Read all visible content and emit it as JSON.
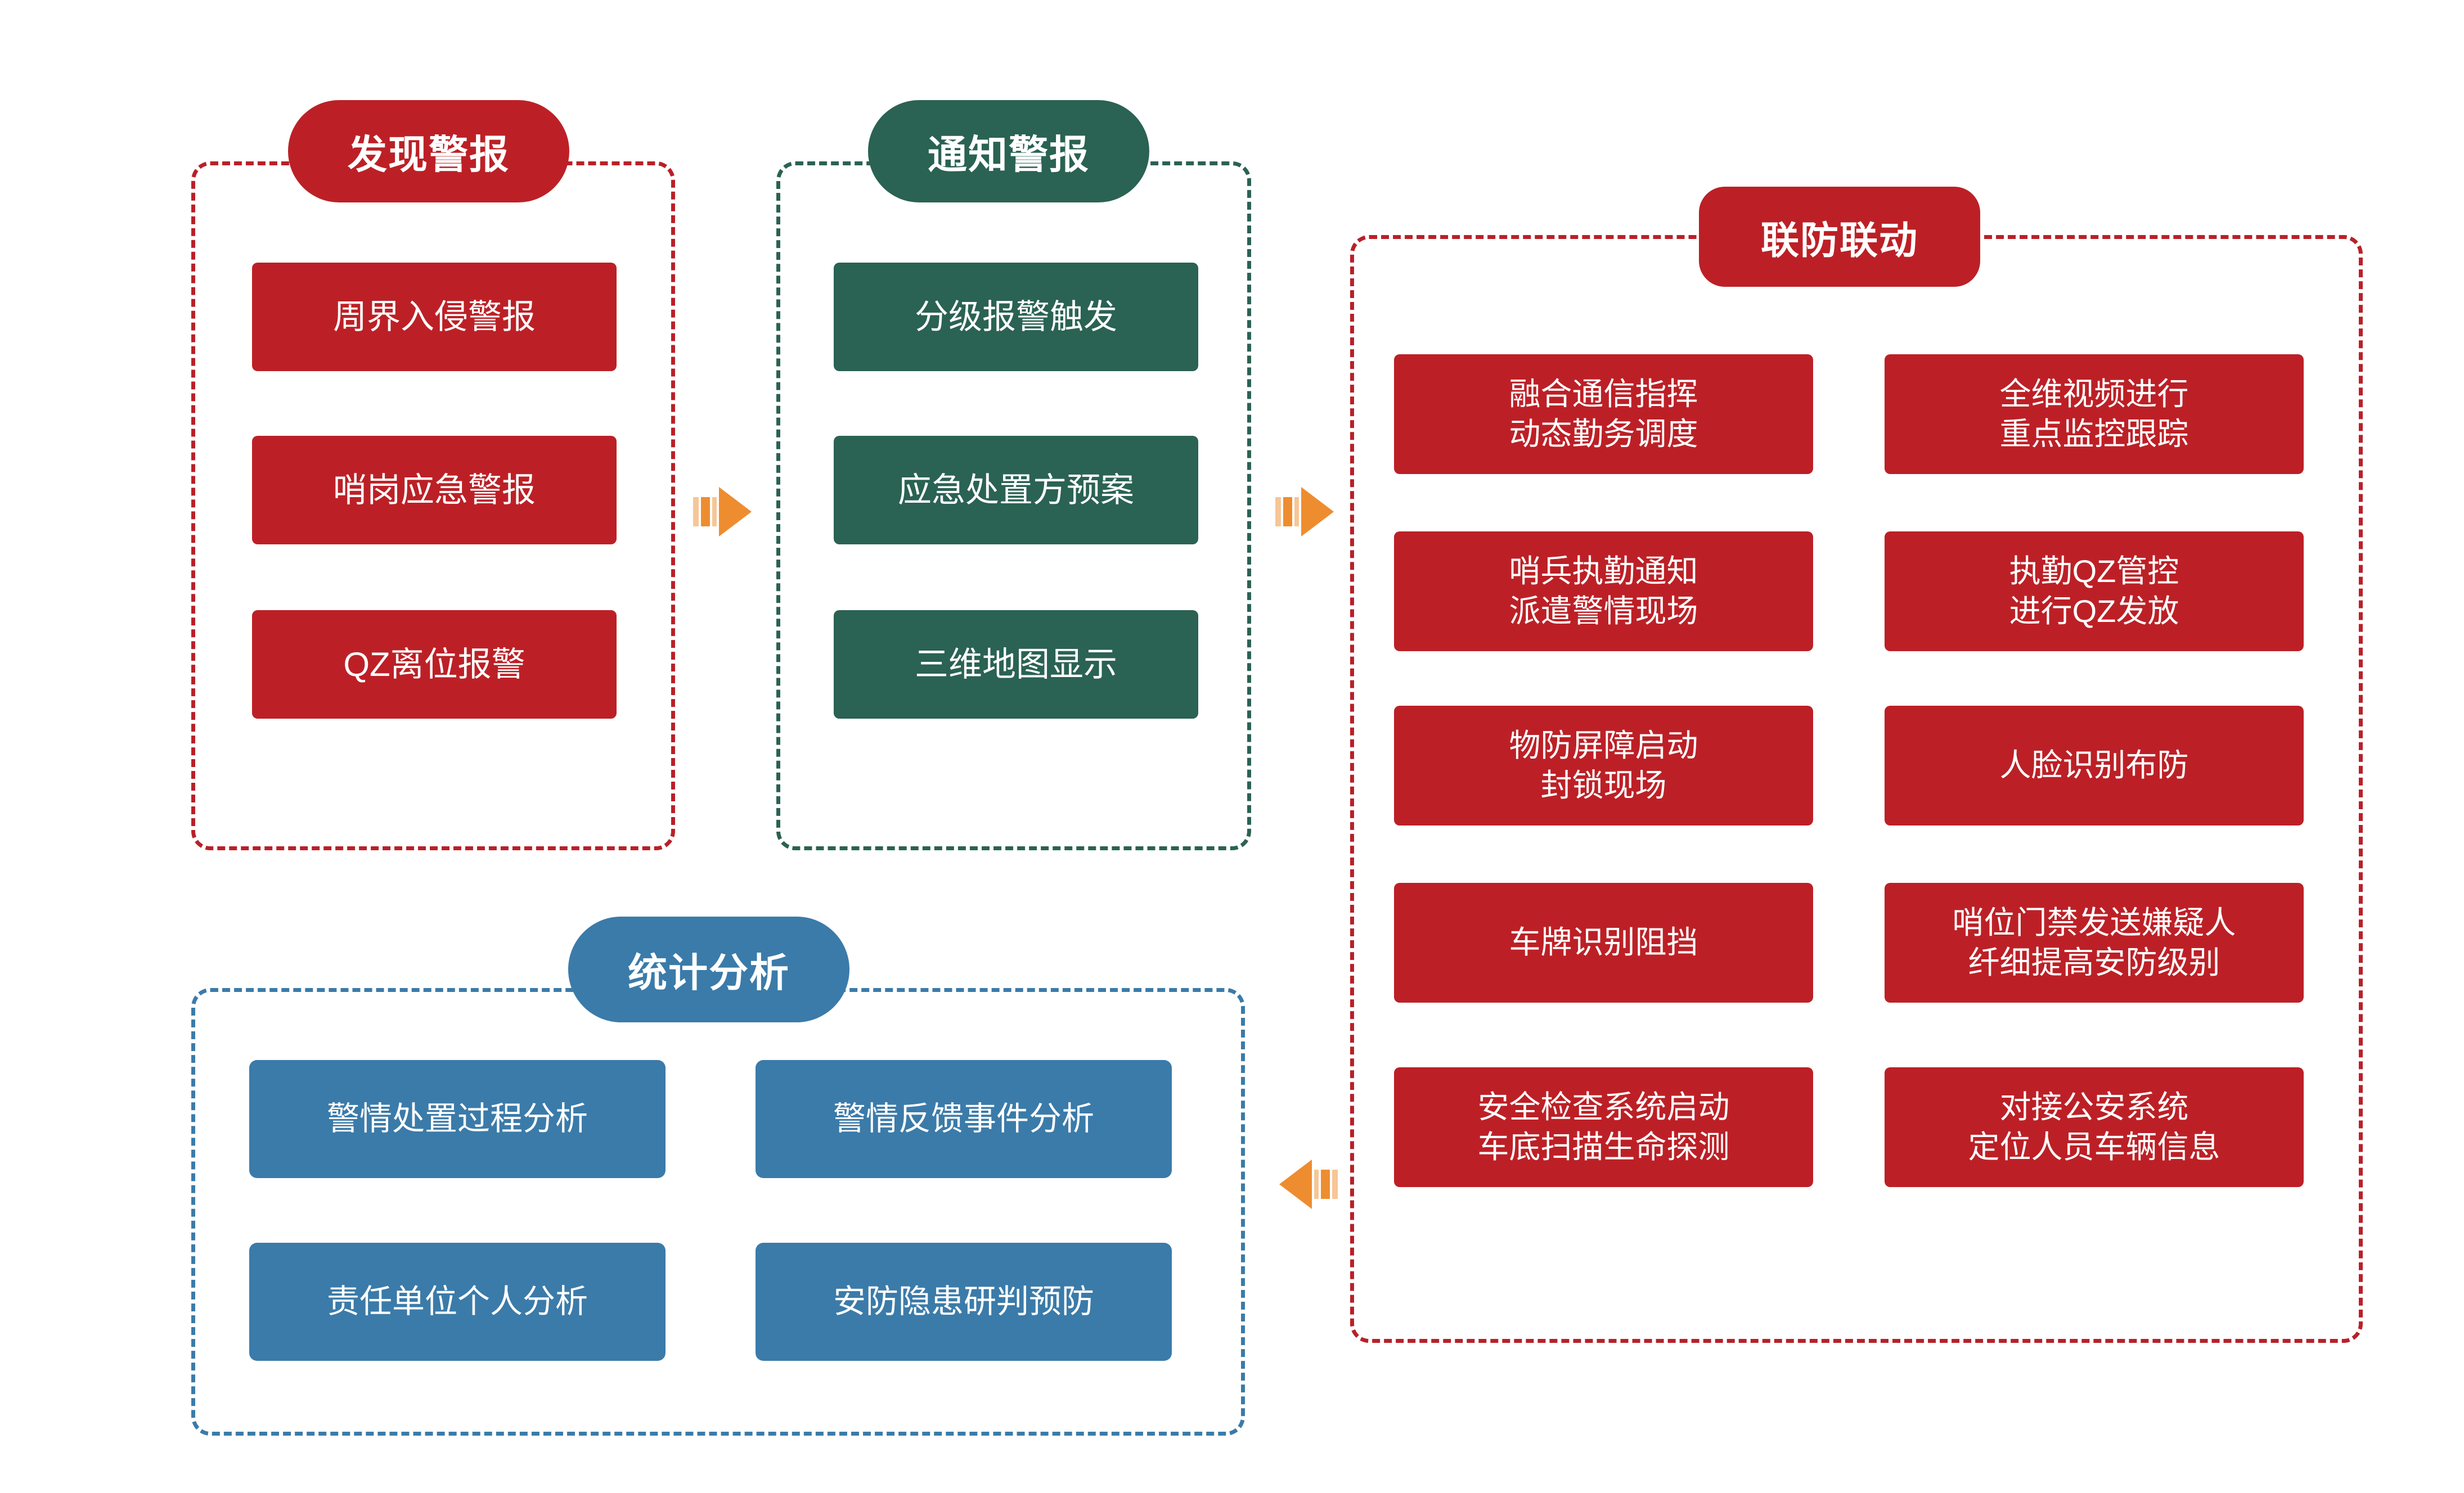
{
  "diagram": {
    "title_hidden": "",
    "colors": {
      "red": "#BC2026",
      "green": "#2A6253",
      "blue": "#3B7BA9",
      "arrow_orange": "#EE8D30",
      "arrow_orange_light": "#F6C696",
      "background": "#FFFFFF"
    },
    "groups": [
      {
        "id": "discover-alarm",
        "header": "发现警报",
        "color": "red",
        "items": [
          {
            "lines": [
              "周界入侵警报"
            ]
          },
          {
            "lines": [
              "哨岗应急警报"
            ]
          },
          {
            "lines": [
              "QZ离位报警"
            ]
          }
        ]
      },
      {
        "id": "notify-alarm",
        "header": "通知警报",
        "color": "green",
        "items": [
          {
            "lines": [
              "分级报警触发"
            ]
          },
          {
            "lines": [
              "应急处置方预案"
            ]
          },
          {
            "lines": [
              "三维地图显示"
            ]
          }
        ]
      },
      {
        "id": "joint-defense",
        "header": "联防联动",
        "color": "red",
        "items_left": [
          {
            "lines": [
              "融合通信指挥",
              "动态勤务调度"
            ]
          },
          {
            "lines": [
              "哨兵执勤通知",
              "派遣警情现场"
            ]
          },
          {
            "lines": [
              "物防屏障启动",
              "封锁现场"
            ]
          },
          {
            "lines": [
              "车牌识别阻挡"
            ]
          },
          {
            "lines": [
              "安全检查系统启动",
              "车底扫描生命探测"
            ]
          }
        ],
        "items_right": [
          {
            "lines": [
              "全维视频进行",
              "重点监控跟踪"
            ]
          },
          {
            "lines": [
              "执勤QZ管控",
              "进行QZ发放"
            ]
          },
          {
            "lines": [
              "人脸识别布防"
            ]
          },
          {
            "lines": [
              "哨位门禁发送嫌疑人",
              "纤细提高安防级别"
            ]
          },
          {
            "lines": [
              "对接公安系统",
              "定位人员车辆信息"
            ]
          }
        ]
      },
      {
        "id": "statistics-analysis",
        "header": "统计分析",
        "color": "blue",
        "items_left": [
          {
            "lines": [
              "警情处置过程分析"
            ]
          },
          {
            "lines": [
              "责任单位个人分析"
            ]
          }
        ],
        "items_right": [
          {
            "lines": [
              "警情反馈事件分析"
            ]
          },
          {
            "lines": [
              "安防隐患研判预防"
            ]
          }
        ]
      }
    ],
    "arrows": [
      {
        "id": "arrow-discover-to-notify",
        "direction": "right"
      },
      {
        "id": "arrow-notify-to-joint",
        "direction": "right"
      },
      {
        "id": "arrow-joint-to-statistics",
        "direction": "left"
      }
    ]
  }
}
